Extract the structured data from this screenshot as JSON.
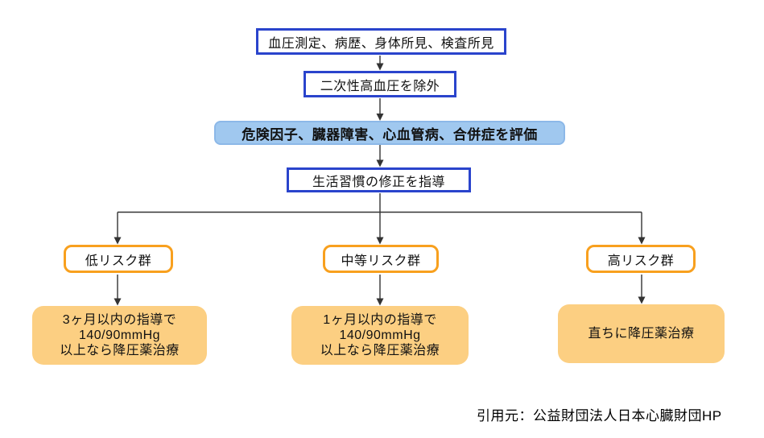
{
  "flowchart": {
    "steps": [
      {
        "label": "血圧測定、病歴、身体所見、検査所見"
      },
      {
        "label": "二次性高血圧を除外"
      },
      {
        "label": "危険因子、臓器障害、心血管病、合併症を評価"
      },
      {
        "label": "生活習慣の修正を指導"
      }
    ],
    "branches": [
      {
        "group_label": "低リスク群",
        "action_lines": [
          "3ヶ月以内の指導で",
          "140/90mmHg",
          "以上なら降圧薬治療"
        ]
      },
      {
        "group_label": "中等リスク群",
        "action_lines": [
          "1ヶ月以内の指導で",
          "140/90mmHg",
          "以上なら降圧薬治療"
        ]
      },
      {
        "group_label": "高リスク群",
        "action_lines": [
          "直ちに降圧薬治療"
        ]
      }
    ],
    "citation": "引用元：公益財団法人日本心臓財団HP"
  },
  "colors": {
    "blue_border": "#2a44cc",
    "light_blue_fill": "#a0c8ef",
    "light_blue_border": "#8cb8e8",
    "orange_border": "#f8a01e",
    "orange_fill": "#fccf82",
    "line_color": "#333333",
    "text": "#111111"
  }
}
